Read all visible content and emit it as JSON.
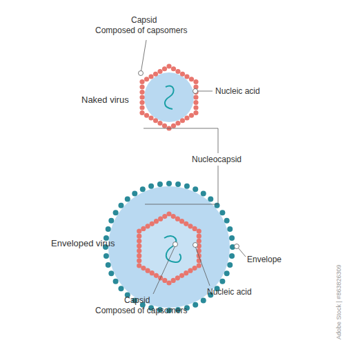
{
  "diagram": {
    "labels": [
      "Capsid",
      "Composed of capsomers",
      "Nucleic acid",
      "Naked virus",
      "Nucleocapsid",
      "Enveloped virus",
      "Envelope",
      "Capsid",
      "Composed of capsomers",
      "Nucleic acid",
      "Adobe Stock | #863826309"
    ]
  }
}
